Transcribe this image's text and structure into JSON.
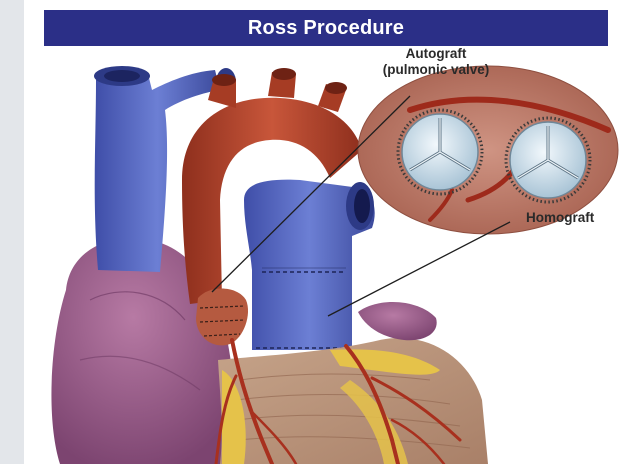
{
  "title": "Ross Procedure",
  "labels": {
    "autograft_line1": "Autograft",
    "autograft_line2": "(pulmonic valve)",
    "homograft": "Homograft"
  },
  "colors": {
    "title_bar": "#2b2f87",
    "vein_blue": "#4f5fb8",
    "aorta_red": "#b2432a",
    "myocardium_purple": "#9a5a88",
    "tissue_bg": "#b97563",
    "valve_leaflet": "#d5e6f0"
  }
}
